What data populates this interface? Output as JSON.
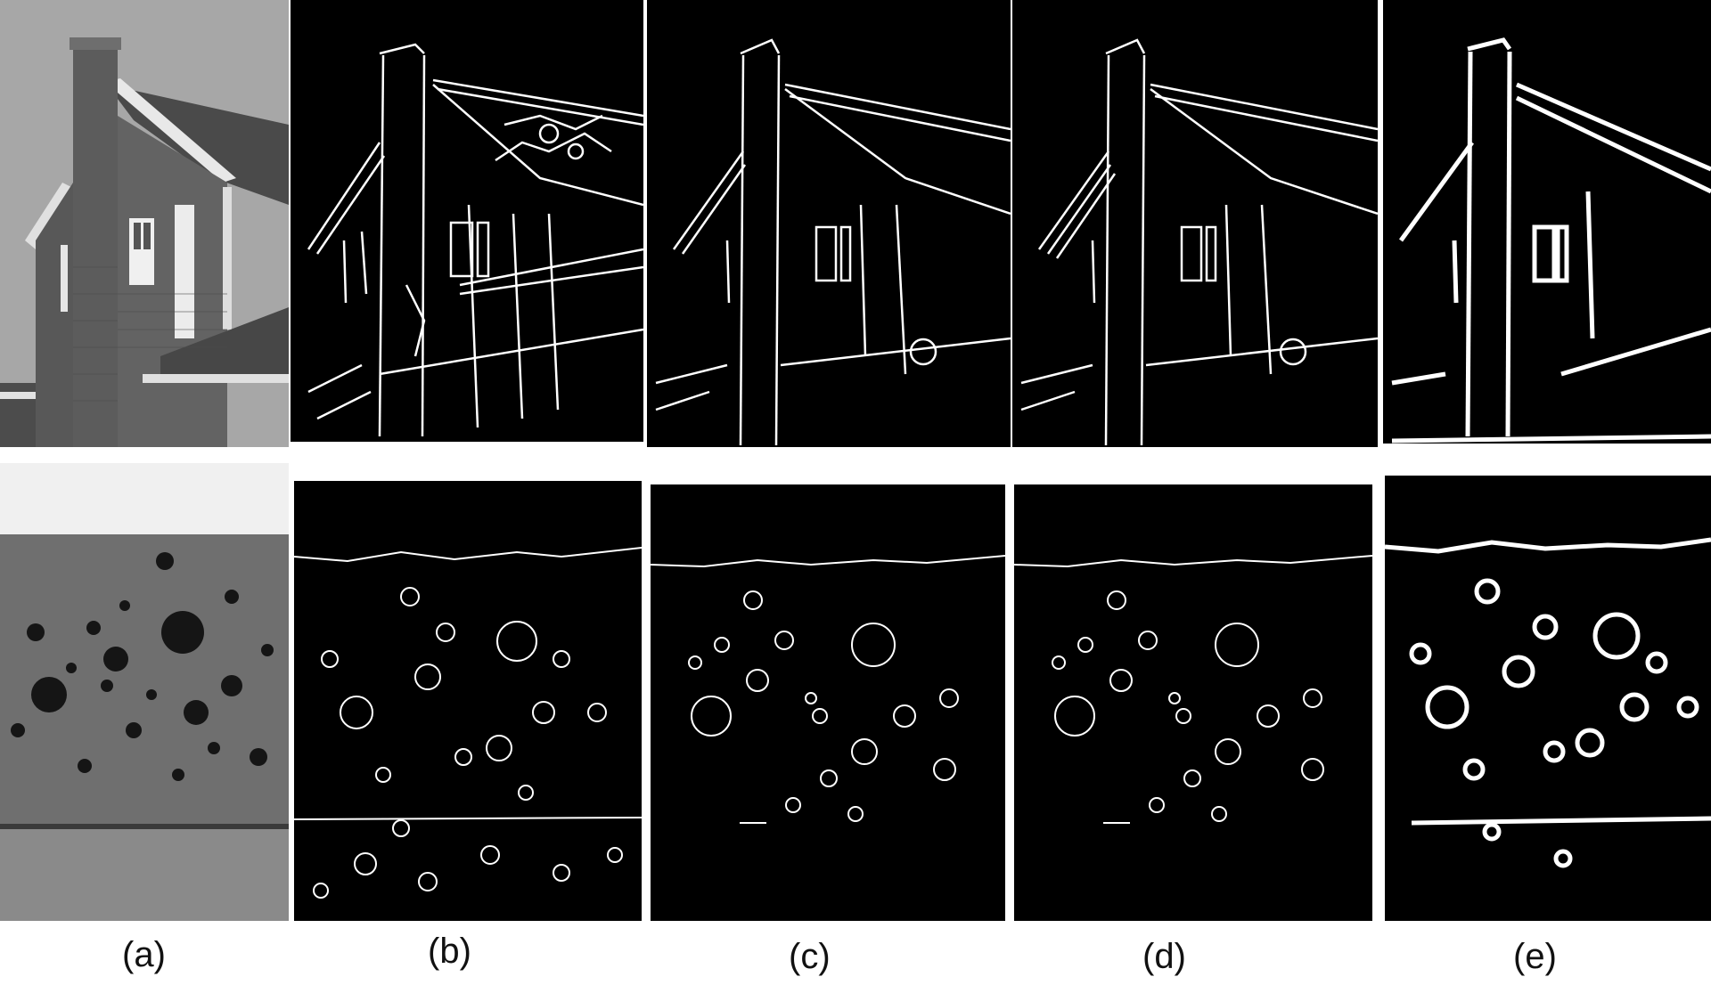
{
  "figure": {
    "captions": [
      "(a)",
      "(b)",
      "(c)",
      "(d)",
      "(e)"
    ],
    "rows": [
      "house",
      "bubbles"
    ],
    "colors": {
      "background": "#ffffff",
      "edge_map_bg": "#000000",
      "edge_stroke": "#ffffff",
      "photo_sky": "#a9a9a9",
      "photo_brick": "#5a5a5a"
    }
  }
}
